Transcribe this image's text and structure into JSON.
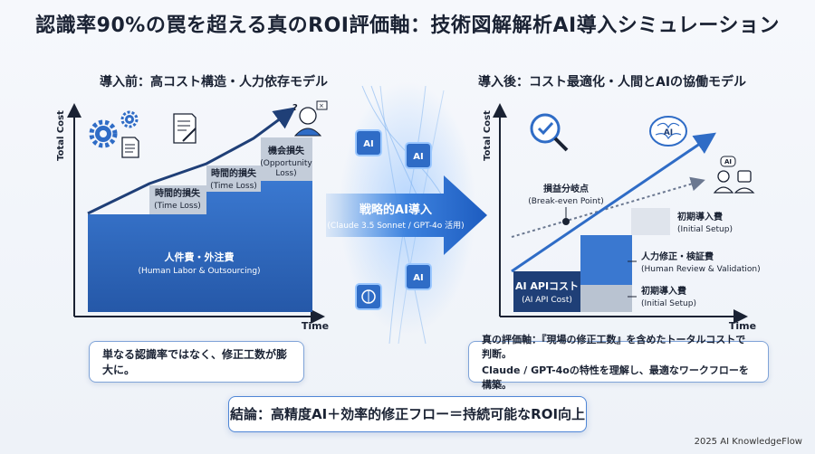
{
  "title": "認識率90%の罠を超える真のROI評価軸：技術図解解析AI導入シミュレーション",
  "left": {
    "heading": "導入前：高コスト構造・人力依存モデル",
    "y_axis": "Total Cost",
    "x_axis": "Time",
    "base_block": {
      "ja": "人件費・外注費",
      "en": "(Human Labor & Outsourcing)"
    },
    "step1": {
      "ja": "時間的損失",
      "en": "(Time Loss)"
    },
    "step2": {
      "ja": "時間的損失",
      "en": "(Time Loss)"
    },
    "step3": {
      "ja": "機会損失",
      "en": "(Opportunity",
      "en2": "Loss)"
    },
    "callout": "単なる認識率ではなく、修正工数が膨大に。"
  },
  "arrow": {
    "label": "戦略的AI導入",
    "sub": "(Claude 3.5 Sonnet / GPT-4o 活用)",
    "chip_text": "AI"
  },
  "right": {
    "heading": "導入後：コスト最適化・人間とAIの協働モデル",
    "y_axis": "Total Cost",
    "x_axis": "Time",
    "break_even": {
      "ja": "損益分岐点",
      "en": "(Break-even Point)"
    },
    "initial_top": {
      "ja": "初期導入費",
      "en": "(Initial Setup)"
    },
    "review": {
      "ja": "人力修正・検証費",
      "en": "(Human Review & Validation)"
    },
    "initial_bottom": {
      "ja": "初期導入費",
      "en": "(Initial Setup)"
    },
    "api_cost": {
      "ja": "AI APIコスト",
      "en": "(AI API Cost)"
    },
    "brain_label": "AI",
    "robot_label": "AI",
    "callout_line1": "真の評価軸：『現場の修正工数』を含めたトータルコストで判断。",
    "callout_line2": "Claude / GPT-4oの特性を理解し、最適なワークフローを構築。"
  },
  "conclusion": "結論：高精度AI＋効率的修正フロー＝持続可能なROI向上",
  "footer": "2025 AI KnowledgeFlow",
  "colors": {
    "primary": "#2f6cc6",
    "dark": "#1f3f77",
    "grey": "#b9c3d1",
    "accent": "#4d8ee6"
  }
}
